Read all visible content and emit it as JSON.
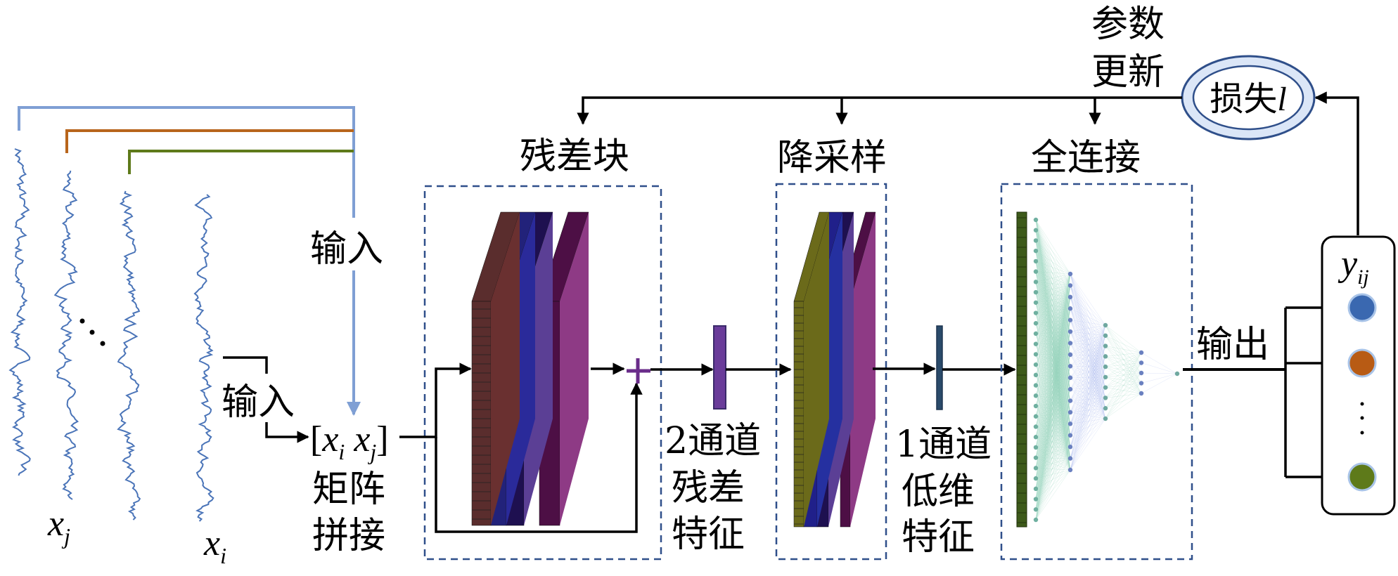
{
  "labels": {
    "input_top": "输入",
    "input_small": "输入",
    "concat_matrix": "[x",
    "concat_line1": "矩阵",
    "concat_line2": "拼接",
    "residual_block": "残差块",
    "downsample": "降采样",
    "fully_connected": "全连接",
    "param_update_line1": "参数",
    "param_update_line2": "更新",
    "loss": "损失",
    "loss_var": "l",
    "feat2_line1": "2通道",
    "feat2_line2": "残差",
    "feat2_line3": "特征",
    "feat1_line1": "1通道",
    "feat1_line2": "低维",
    "feat1_line3": "特征",
    "output": "输出",
    "x": "x",
    "sub_i": "i",
    "sub_j": "j",
    "y": "y",
    "sub_ij": "ij",
    "ellipsis": "⋱",
    "vdots": "⋮"
  },
  "colors": {
    "signal": "#4a74b8",
    "bracket_blue": "#7f9fd4",
    "bracket_orange": "#b8651c",
    "bracket_green": "#5e7a1a",
    "dashed_box": "#2f4f8a",
    "plus": "#6a2c8a",
    "out_blue": "#3a68b0",
    "out_orange": "#b85b14",
    "out_green": "#5e7a1a"
  }
}
